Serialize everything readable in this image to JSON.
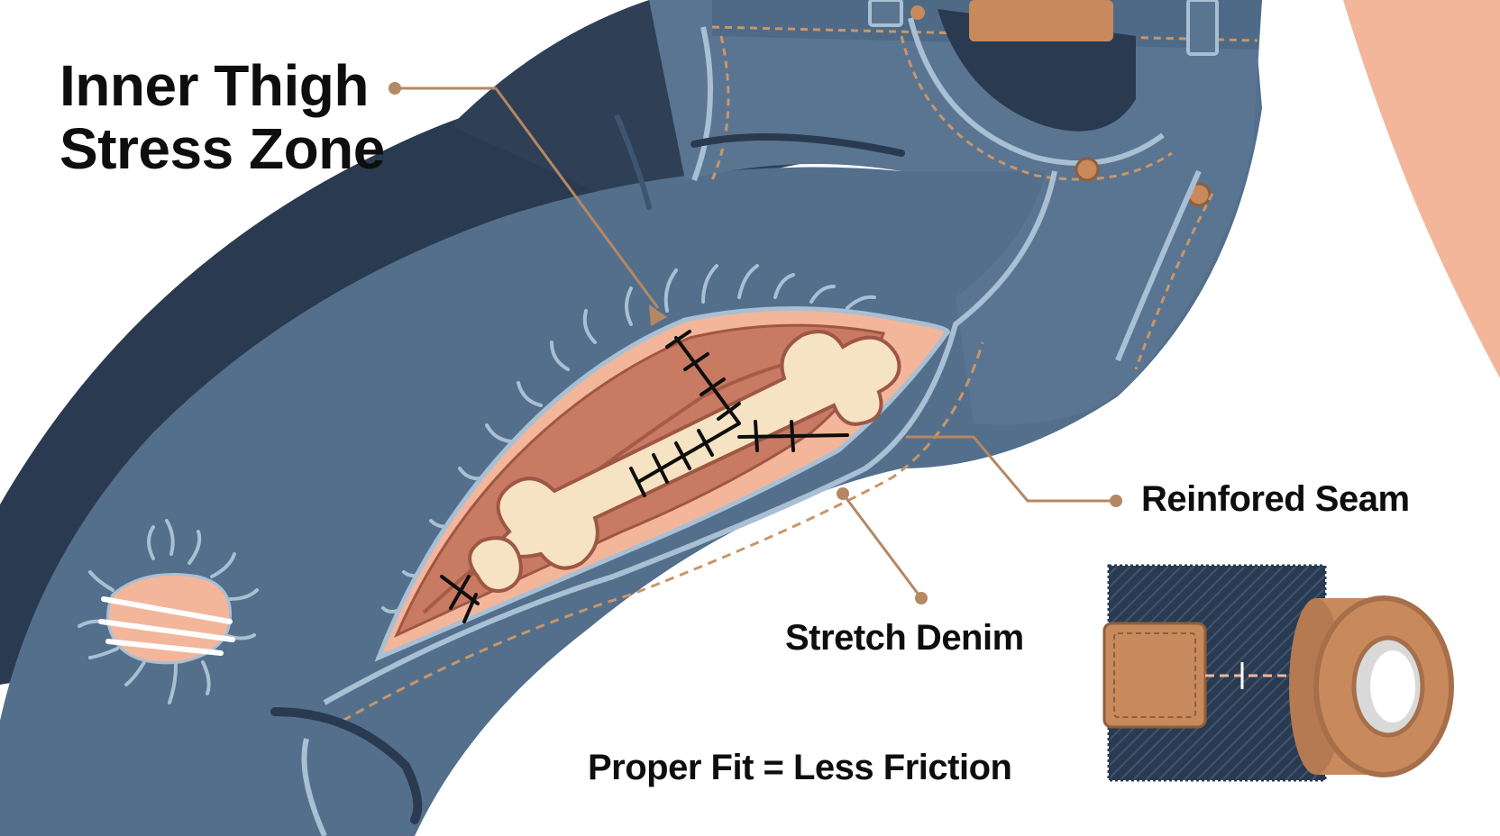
{
  "title": {
    "line1": "Inner Thigh",
    "line2": "Stress Zone"
  },
  "callouts": {
    "reinforced_seam": "Reinfored Seam",
    "stretch_denim": "Stretch Denim",
    "proper_fit": "Proper Fit = Less Friction"
  },
  "colors": {
    "denim_light": "#536f8c",
    "denim_dark": "#2a3a50",
    "seam_line": "#a9bfd3",
    "stitch": "#c9966a",
    "leader": "#b48863",
    "skin": "#f3b69b",
    "muscle": "#c97a62",
    "bone": "#f6e3c3",
    "patch": "#c8895c",
    "text": "#0e0e0e"
  },
  "icons": [
    "torn-denim-opening",
    "femur-bone",
    "stitches",
    "knee-bandage",
    "leather-patch",
    "tape-roll"
  ]
}
